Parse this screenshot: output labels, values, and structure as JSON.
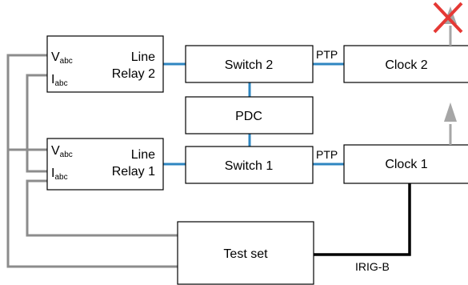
{
  "relay2": {
    "v_main": "V",
    "v_sub": "abc",
    "i_main": "I",
    "i_sub": "abc",
    "name_line1": "Line",
    "name_line2": "Relay 2"
  },
  "relay1": {
    "v_main": "V",
    "v_sub": "abc",
    "i_main": "I",
    "i_sub": "abc",
    "name_line1": "Line",
    "name_line2": "Relay 1"
  },
  "switch2": "Switch 2",
  "switch1": "Switch 1",
  "pdc": "PDC",
  "clock2": "Clock 2",
  "clock1": "Clock 1",
  "test_set": "Test set",
  "ptp_top": "PTP",
  "ptp_bottom": "PTP",
  "irig": "IRIG-B",
  "colors": {
    "analog_wiring": "#8c8c8c",
    "ethernet": "#2e86c1",
    "irig_cable": "#000000",
    "failure_mark": "#e53935",
    "antenna": "#a6a6a6"
  },
  "icons": {
    "antenna_clock2": "failed-antenna-icon",
    "antenna_clock1": "antenna-icon"
  }
}
